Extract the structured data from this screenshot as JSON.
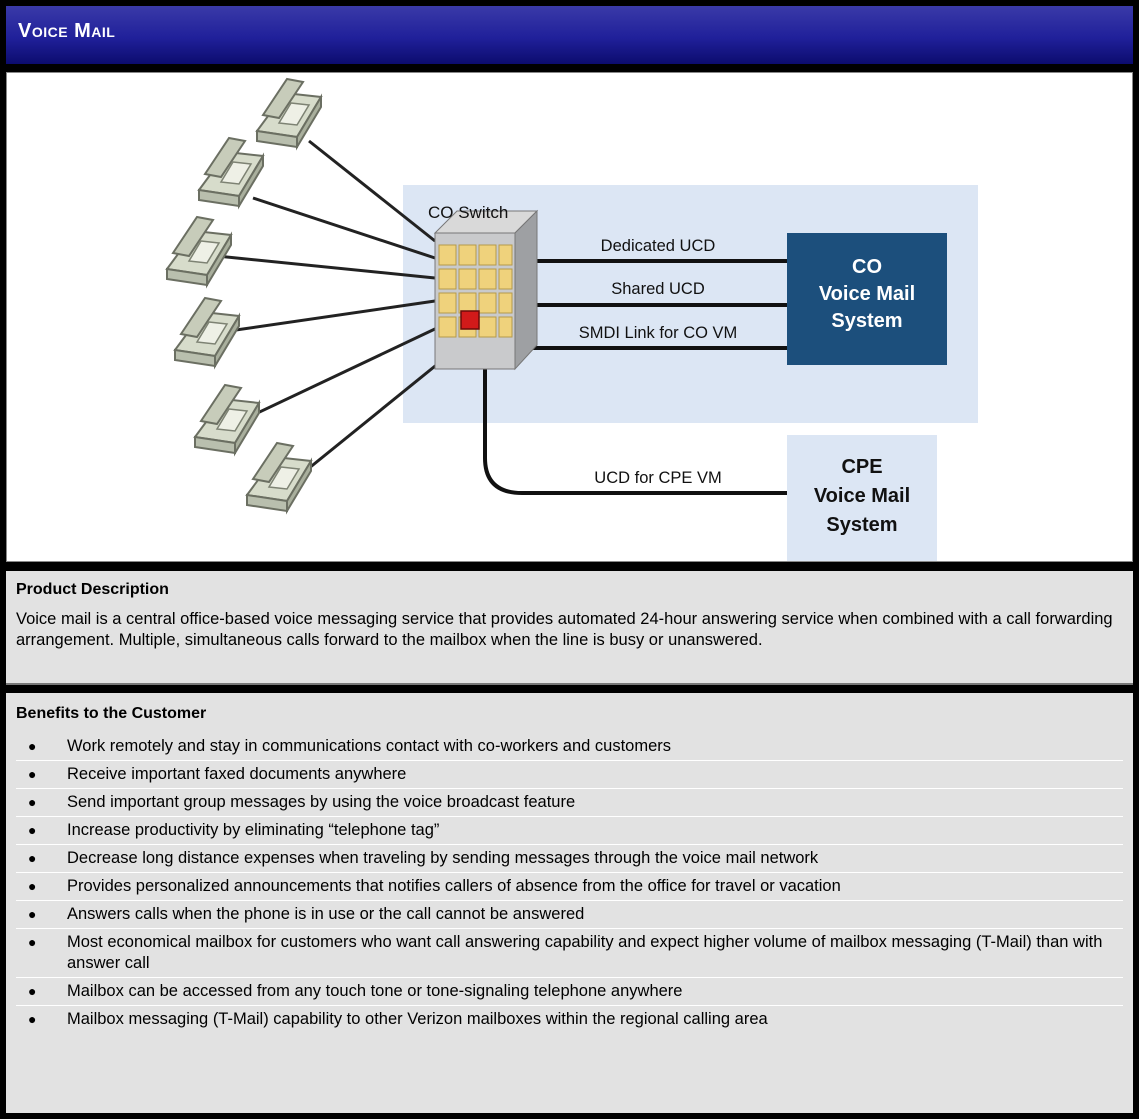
{
  "header": {
    "title": "Voice Mail"
  },
  "diagram": {
    "co_switch_label": "CO Switch",
    "links": [
      "Dedicated UCD",
      "Shared UCD",
      "SMDI Link for CO VM"
    ],
    "co_system_lines": [
      "CO",
      "Voice Mail",
      "System"
    ],
    "cpe_link": "UCD for CPE VM",
    "cpe_system_lines": [
      "CPE",
      "Voice Mail",
      "System"
    ],
    "colors": {
      "panel": "#dce6f4",
      "co_box": "#1c4f7c",
      "cpe_box": "#dce6f4",
      "switch_grid": "#efd27c",
      "switch_active": "#d21a1a"
    }
  },
  "description": {
    "title": "Product Description",
    "text": "Voice mail is a central office-based voice messaging service that provides automated 24-hour answering service when combined with a call forwarding arrangement.  Multiple, simultaneous calls forward to the mailbox when the line is busy or unanswered."
  },
  "benefits": {
    "title": "Benefits to the Customer",
    "items": [
      "Work remotely and stay in communications contact with co-workers and customers",
      "Receive important faxed documents anywhere",
      "Send important group messages by using the voice broadcast feature",
      "Increase productivity by eliminating “telephone tag”",
      "Decrease long distance expenses when traveling by sending messages through the voice mail network",
      "Provides personalized announcements that notifies callers of absence from the office for travel or vacation",
      "Answers calls when the phone is in use or the call cannot be answered",
      "Most economical mailbox for customers who want call answering capability and expect higher volume of mailbox messaging (T-Mail) than with answer call",
      "Mailbox can be accessed from any touch tone or tone-signaling telephone anywhere",
      "Mailbox messaging (T-Mail) capability to other Verizon mailboxes within the regional calling area"
    ]
  }
}
